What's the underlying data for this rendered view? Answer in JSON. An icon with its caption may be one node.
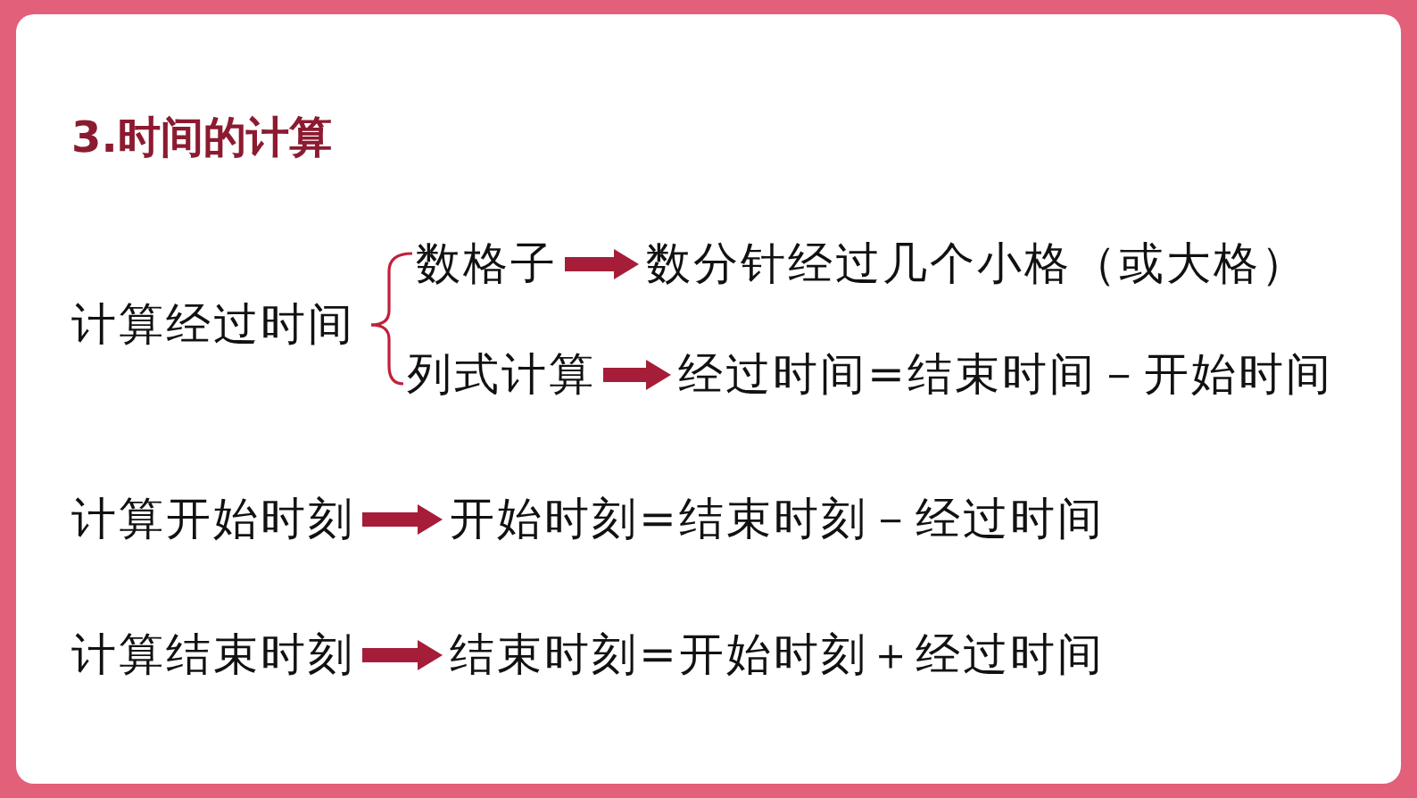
{
  "diagram": {
    "title": "3.时间的计算",
    "nodes": [
      {
        "text": [
          "计算经过时间"
        ]
      },
      {
        "text": [
          "数格子"
        ]
      },
      {
        "text": [
          "数分针经过几个小格（或大格）"
        ]
      },
      {
        "text": [
          "列式计算"
        ]
      },
      {
        "text": [
          "经过时间=结束时间－开始时间"
        ]
      },
      {
        "text": [
          "计算开始时刻"
        ]
      },
      {
        "text": [
          "开始时刻=结束时刻－经过时间"
        ]
      },
      {
        "text": [
          "计算结束时刻"
        ]
      },
      {
        "text": [
          "结束时刻=开始时刻＋经过时间"
        ]
      }
    ],
    "edges": [
      {
        "from": 0,
        "to": 1,
        "arrow": "none",
        "color": "#c0203a"
      },
      {
        "from": 0,
        "to": 3,
        "arrow": "none",
        "color": "#c0203a"
      },
      {
        "from": 1,
        "to": 2,
        "arrow": "to"
      },
      {
        "from": 3,
        "to": 4,
        "arrow": "to"
      },
      {
        "from": 5,
        "to": 6,
        "arrow": "to"
      },
      {
        "from": 7,
        "to": 8,
        "arrow": "to"
      }
    ]
  }
}
